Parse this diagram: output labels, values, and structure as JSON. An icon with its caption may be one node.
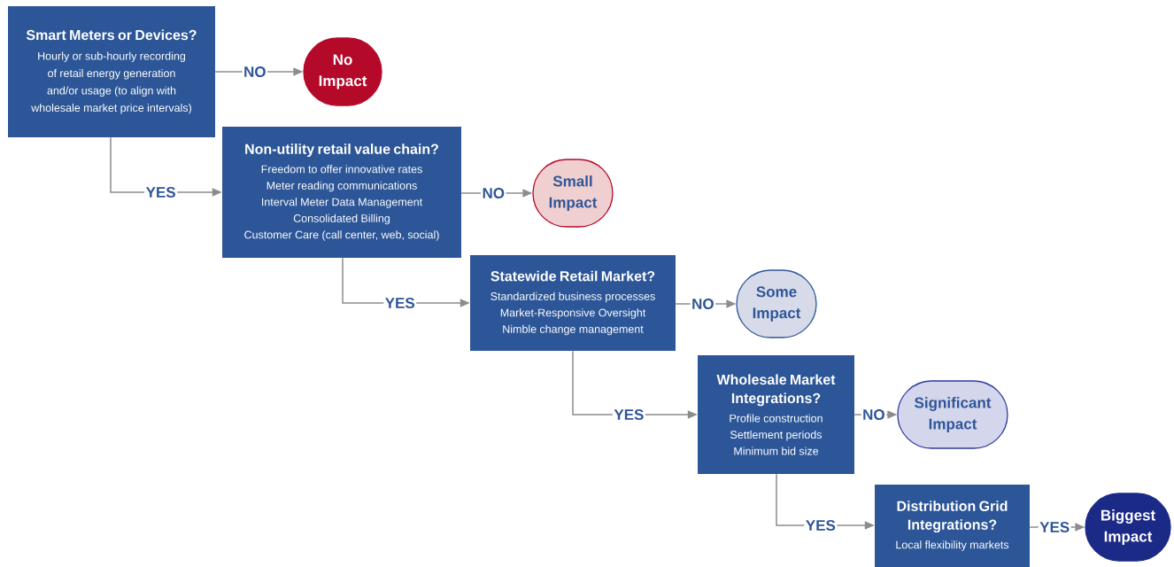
{
  "diagram": {
    "nodes": [
      {
        "text": [
          "Smart Meters or Devices?",
          "Hourly or sub-hourly recording of retail energy generation and/or usage (to align with wholesale market price intervals)"
        ]
      },
      {
        "text": [
          "Non-utility retail value chain?",
          "Freedom to offer innovative rates",
          "Meter reading communications",
          "Interval Meter Data Management",
          "Consolidated Billing",
          "Customer Care (call center, web, social)"
        ]
      },
      {
        "text": [
          "Statewide Retail Market?",
          "Standardized business processes",
          "Market-Responsive Oversight",
          "Nimble change management"
        ]
      },
      {
        "text": [
          "Wholesale Market Integrations?",
          "Profile construction",
          "Settlement periods",
          "Minimum bid size"
        ]
      },
      {
        "text": [
          "Distribution Grid Integrations?",
          "Local flexibility markets"
        ]
      },
      {
        "text": [
          "No Impact"
        ]
      },
      {
        "text": [
          "Small Impact"
        ]
      },
      {
        "text": [
          "Some Impact"
        ]
      },
      {
        "text": [
          "Significant Impact"
        ]
      },
      {
        "text": [
          "Biggest Impact"
        ]
      }
    ],
    "edges": [
      {
        "from": 0,
        "to": 5,
        "arrow": "to",
        "label": "NO"
      },
      {
        "from": 0,
        "to": 1,
        "arrow": "to",
        "label": "YES"
      },
      {
        "from": 1,
        "to": 6,
        "arrow": "to",
        "label": "NO"
      },
      {
        "from": 1,
        "to": 2,
        "arrow": "to",
        "label": "YES"
      },
      {
        "from": 2,
        "to": 7,
        "arrow": "to",
        "label": "NO"
      },
      {
        "from": 2,
        "to": 3,
        "arrow": "to",
        "label": "YES"
      },
      {
        "from": 3,
        "to": 8,
        "arrow": "to",
        "label": "NO"
      },
      {
        "from": 3,
        "to": 4,
        "arrow": "to",
        "label": "YES"
      },
      {
        "from": 4,
        "to": 9,
        "arrow": "to",
        "label": "YES"
      }
    ]
  }
}
